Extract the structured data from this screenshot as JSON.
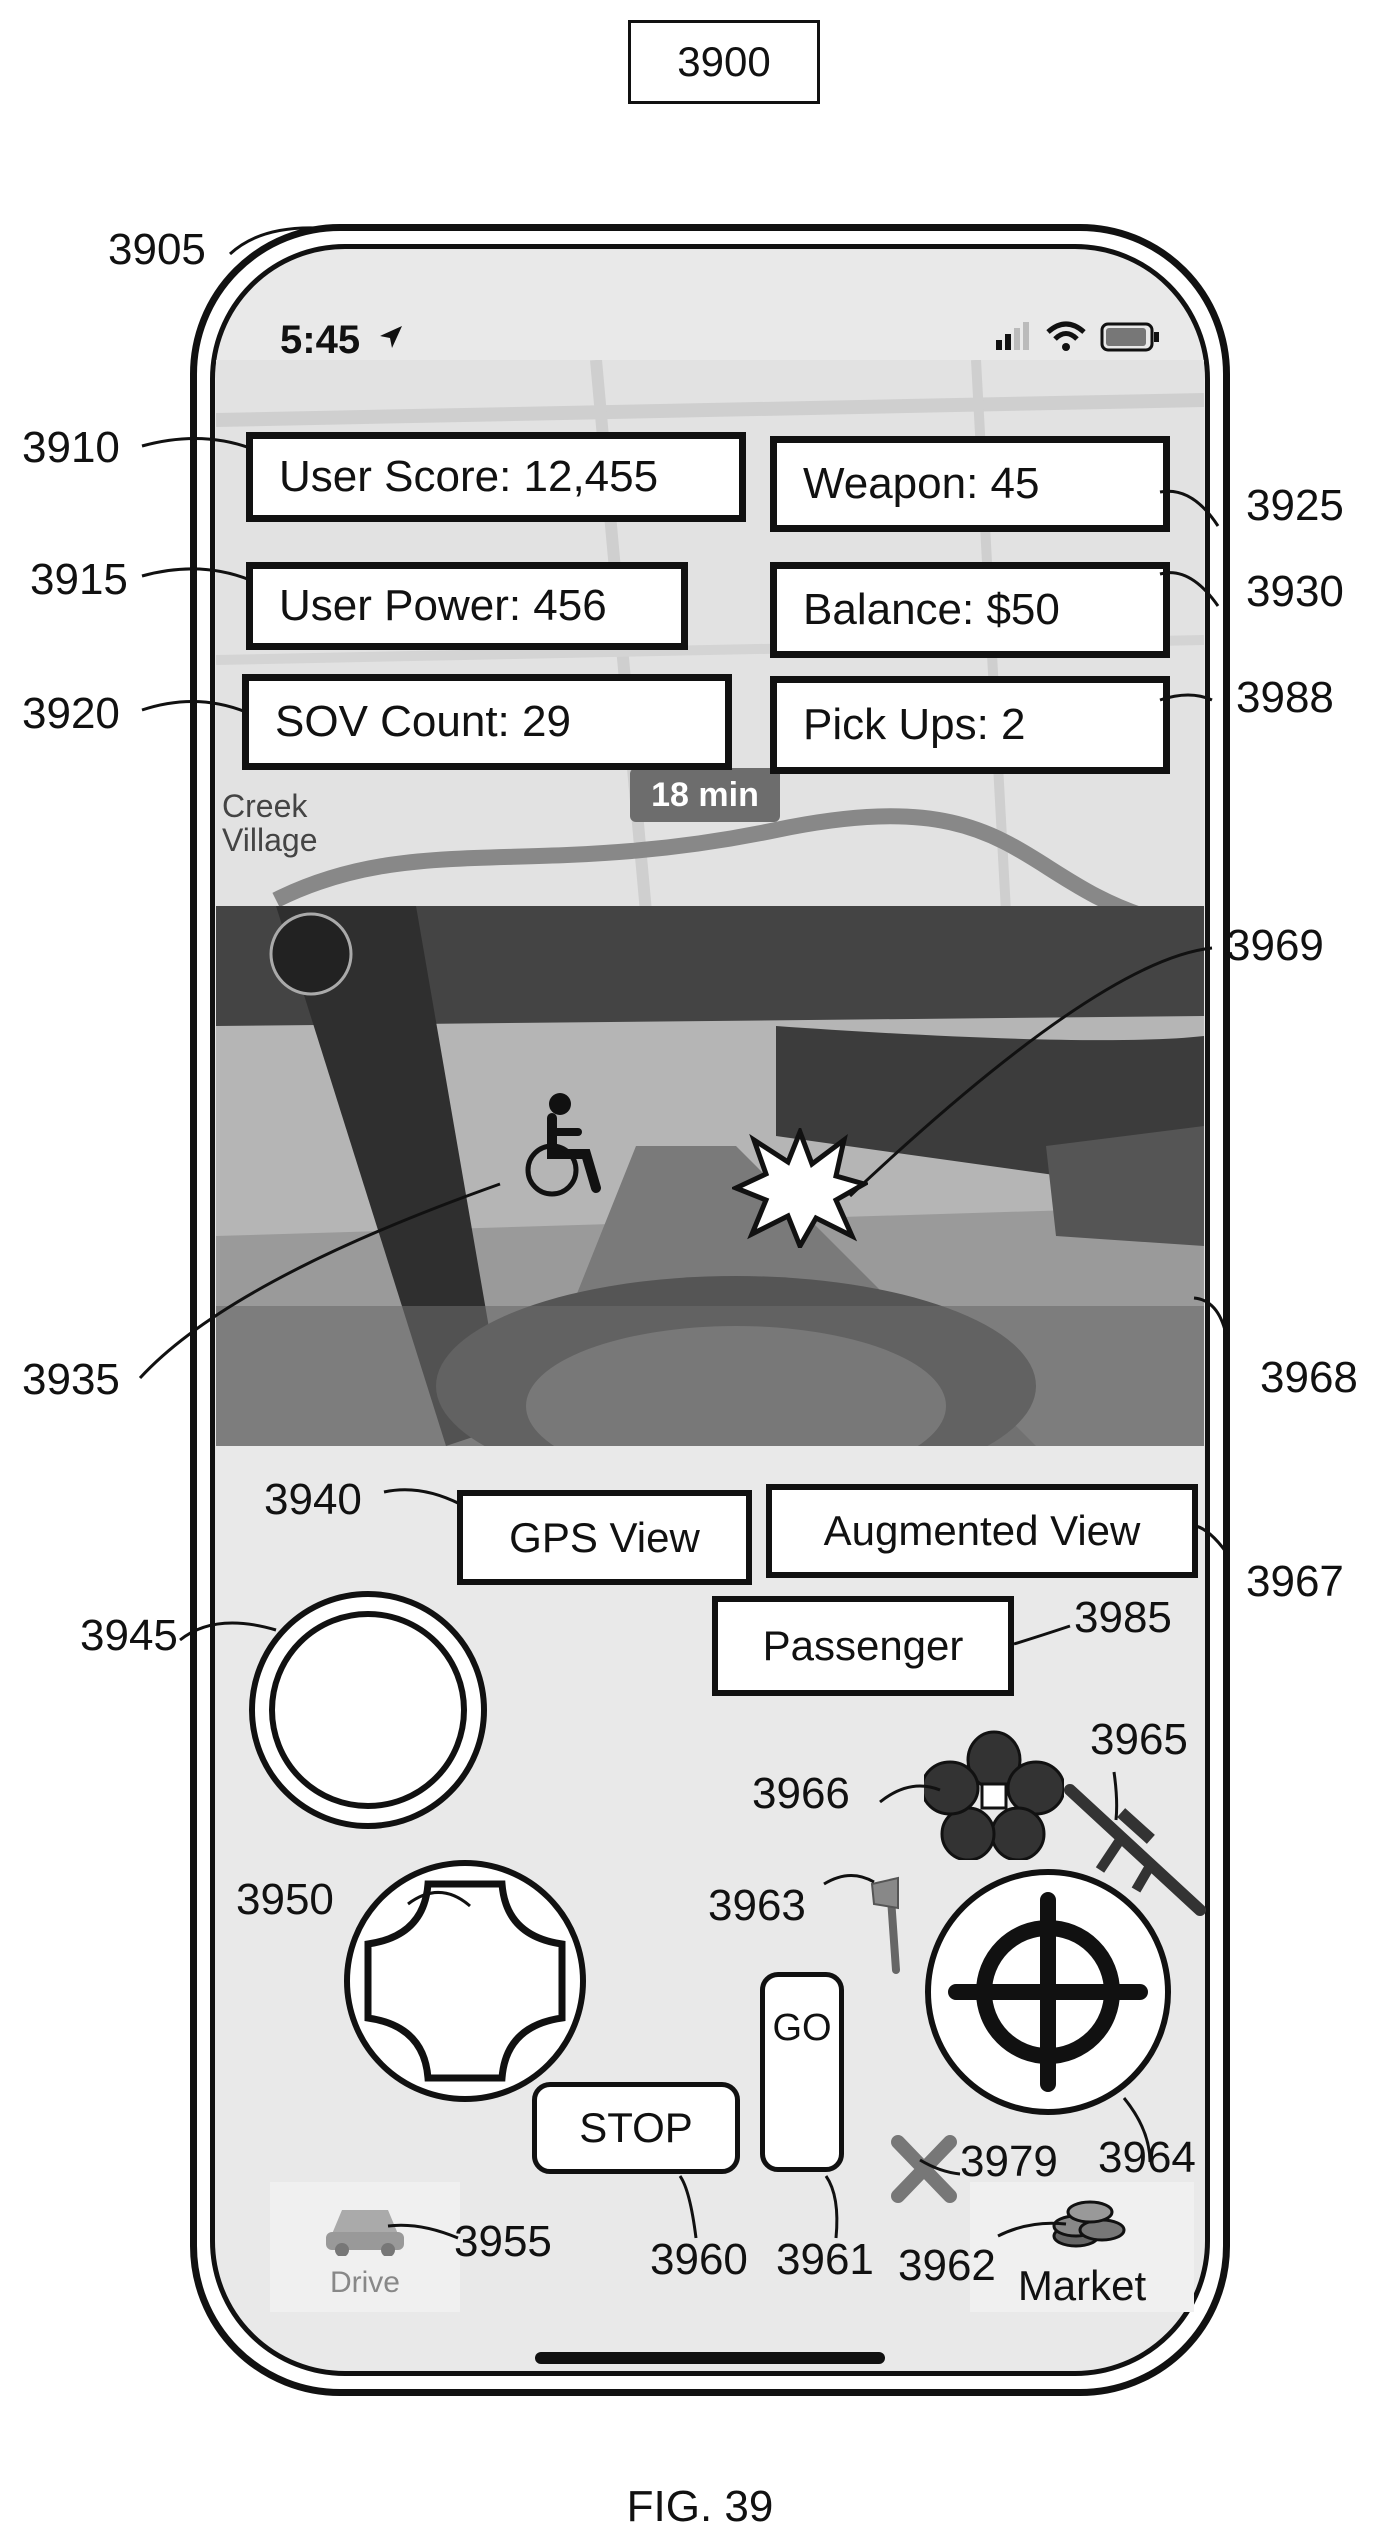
{
  "figure_number": "3900",
  "caption": "FIG. 39",
  "status_bar": {
    "time": "5:45"
  },
  "stats": {
    "user_score": "User Score:  12,455",
    "user_power": "User Power:  456",
    "sov_count": "SOV Count:  29",
    "weapon": "Weapon:  45",
    "balance": "Balance:  $50",
    "pick_ups": "Pick Ups:  2"
  },
  "map": {
    "eta": "18 min",
    "place_label": "Creek\nVillage"
  },
  "buttons": {
    "gps_view": "GPS View",
    "augmented_view": "Augmented View",
    "passenger": "Passenger",
    "stop": "STOP",
    "go": "GO"
  },
  "tab_bar": {
    "drive": "Drive",
    "market": "Market"
  },
  "reference_numerals": {
    "r3905": "3905",
    "r3910": "3910",
    "r3915": "3915",
    "r3920": "3920",
    "r3925": "3925",
    "r3930": "3930",
    "r3988": "3988",
    "r3969": "3969",
    "r3935": "3935",
    "r3968": "3968",
    "r3940": "3940",
    "r3967": "3967",
    "r3945": "3945",
    "r3985": "3985",
    "r3966": "3966",
    "r3965": "3965",
    "r3950": "3950",
    "r3963": "3963",
    "r3979": "3979",
    "r3964": "3964",
    "r3955": "3955",
    "r3960": "3960",
    "r3961": "3961",
    "r3962": "3962"
  },
  "icons": {
    "navigation": "location-arrow-icon",
    "signal": "signal-icon",
    "wifi": "wifi-icon",
    "battery": "battery-icon",
    "wheelchair": "wheelchair-icon",
    "explosion": "explosion-icon",
    "flower": "flower-icon",
    "rifle": "rifle-icon",
    "axe": "axe-icon",
    "crosshair": "crosshair-icon",
    "x_mark": "x-mark-icon",
    "car": "car-icon",
    "coins": "coins-icon"
  }
}
